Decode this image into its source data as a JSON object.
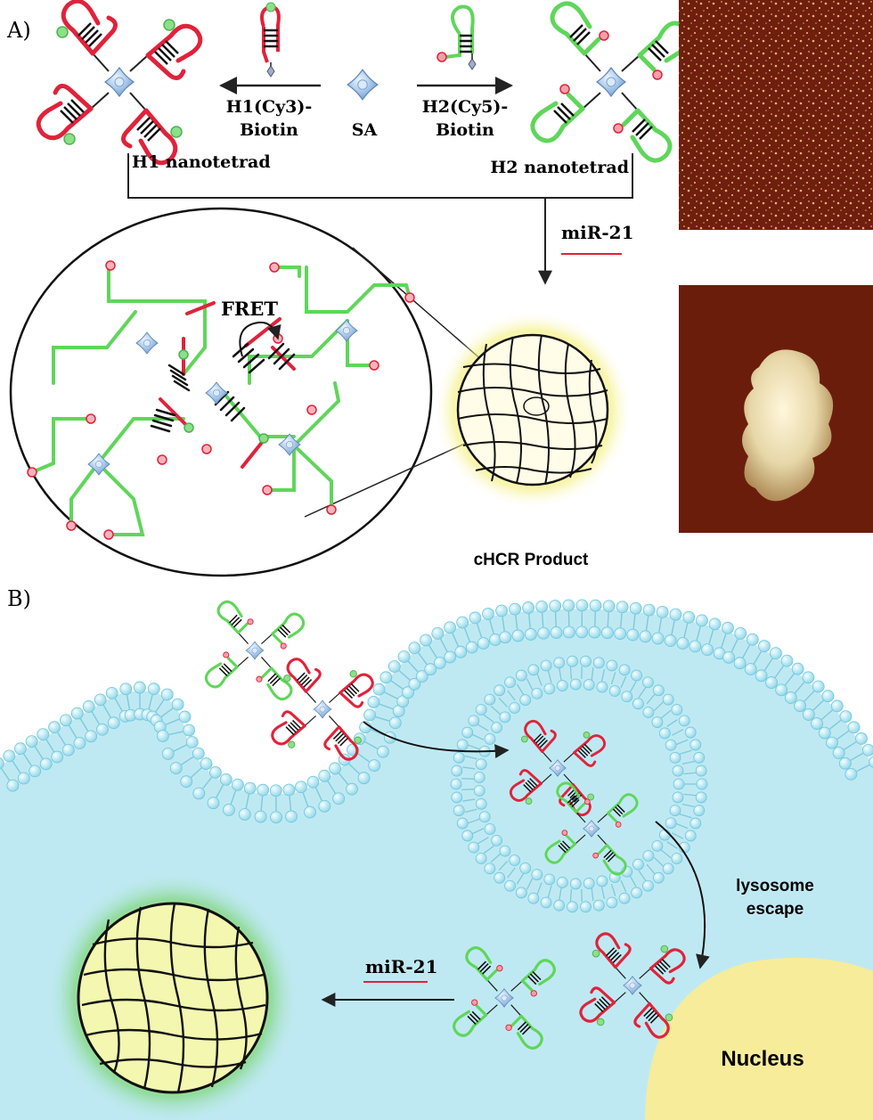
{
  "colors": {
    "cell": "#bfe9f2",
    "lipid": "#c9f0f8",
    "lipid_edge": "#6fc6dc",
    "red_strand": "#e1223a",
    "green_strand": "#5fd65a",
    "nucleus": "#f7ec9a",
    "sa_core": "#8fb6de",
    "afm_bg": "#6b1d0c"
  },
  "panel_a": {
    "label": "A)",
    "h1_reagent": "H1(Cy3)-\nBiotin",
    "h1_reagent_line1": "H1(Cy3)-",
    "h1_reagent_line2": "Biotin",
    "sa_label": "SA",
    "h2_reagent_line1": "H2(Cy5)-",
    "h2_reagent_line2": "Biotin",
    "h1_product": "H1 nanotetrad",
    "h2_product": "H2 nanotetrad",
    "trigger": "miR-21",
    "fret_label": "FRET",
    "product_label": "cHCR Product"
  },
  "panel_b": {
    "label": "B)",
    "escape_line1": "lysosome",
    "escape_line2": "escape",
    "trigger": "miR-21",
    "nucleus_label": "Nucleus"
  },
  "icons": [
    "streptavidin-icon",
    "hairpin-icon",
    "arrow-icon",
    "lipid-bilayer-icon",
    "afm-image-icon"
  ]
}
